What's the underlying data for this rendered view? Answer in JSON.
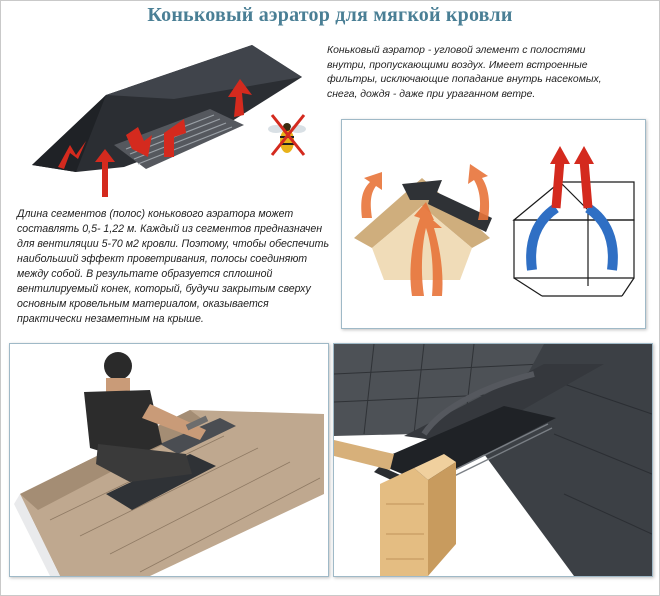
{
  "title": "Коньковый аэратор для мягкой кровли",
  "description_top": "Коньковый аэратор - угловой элемент с полостями внутри, пропускающими воздух. Имеет встроенные фильтры, исключающие попадание внутрь насекомых, снега, дождя - даже при ураганном ветре.",
  "description_main": "Длина сегментов (полос) конькового аэратора может составлять 0,5- 1,22 м. Каждый из  сегментов предназначен для вентиляции 5-70 м2 кровли. Поэтому, чтобы обеспечить наибольший эффект проветривания, полосы соединяют между собой. В результате образуется сплошной вентилируемый конек, который, будучи закрытым сверху основным кровельным материалом, оказывается практически незаметным на крыше.",
  "colors": {
    "title": "#4a7f95",
    "arrow_red": "#d42a1e",
    "arrow_orange": "#e8743a",
    "arrow_blue": "#2f6fc4",
    "shingle_dark": "#3a3d42",
    "shingle_tan": "#bfa88f",
    "wood": "#e4bd82"
  },
  "images": {
    "aerator": "ridge-aerator-with-airflow-arrows-and-insect",
    "house": "house-attic-ventilation-diagram",
    "worker": "worker-nailing-ridge-vent",
    "ridge": "ridge-vent-cutaway-on-shingle-roof"
  }
}
